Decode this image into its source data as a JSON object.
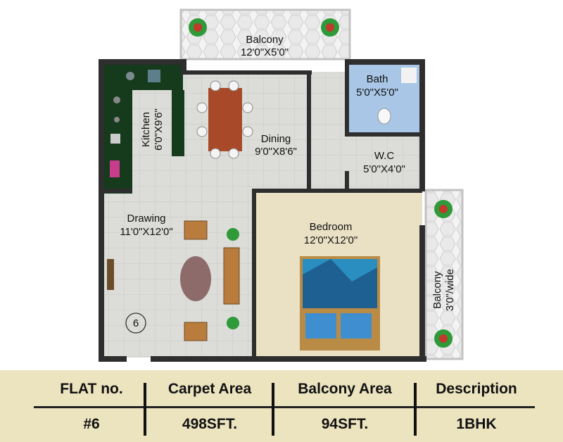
{
  "rooms": [
    {
      "id": "balcony-top",
      "name": "Balcony",
      "size": "12'0\"X5'0\""
    },
    {
      "id": "kitchen",
      "name": "Kitchen",
      "size": "6'0\"X9'6\""
    },
    {
      "id": "dining",
      "name": "Dining",
      "size": "9'0\"X8'6\""
    },
    {
      "id": "bath",
      "name": "Bath",
      "size": "5'0\"X5'0\""
    },
    {
      "id": "wc",
      "name": "W.C",
      "size": "5'0\"X4'0\""
    },
    {
      "id": "drawing",
      "name": "Drawing",
      "size": "11'0\"X12'0\""
    },
    {
      "id": "bedroom",
      "name": "Bedroom",
      "size": "12'0\"X12'0\""
    },
    {
      "id": "balcony-side",
      "name": "Balcony",
      "size": "3'0\"/wide"
    }
  ],
  "flat_marker": "6",
  "table": {
    "headers": [
      "FLAT no.",
      "Carpet Area",
      "Balcony Area",
      "Description"
    ],
    "values": [
      "#6",
      "498SFT.",
      "94SFT.",
      "1BHK"
    ]
  },
  "colors": {
    "wall": "#2e2e2e",
    "floor": "#d9d9d6",
    "bedroom_floor": "#eae1c4",
    "bath_floor": "#a9c6e6",
    "kitchen_counter": "#163a1c",
    "plant": "#2f9a3a",
    "flower": "#c0392b",
    "table_band": "#ece3bf"
  }
}
